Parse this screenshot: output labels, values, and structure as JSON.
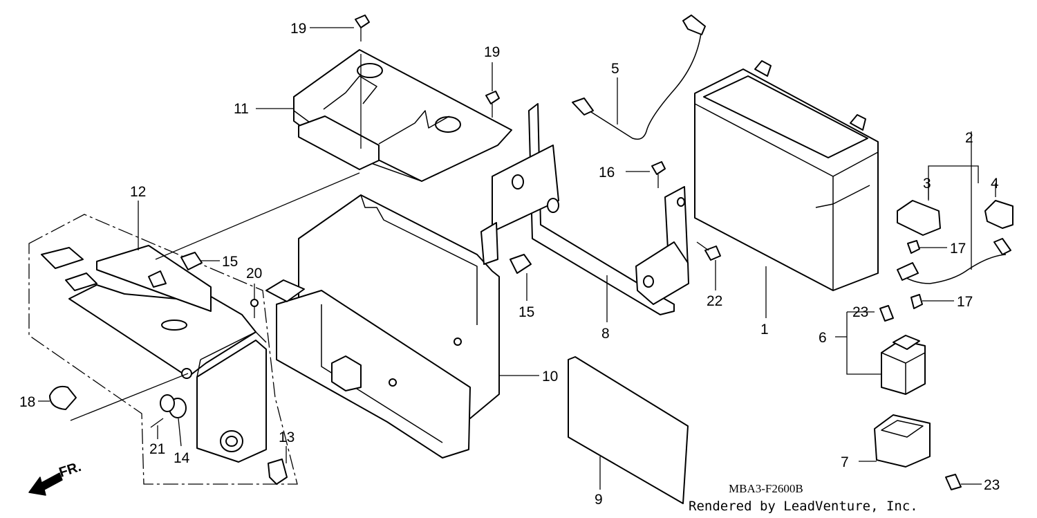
{
  "diagram": {
    "callouts": [
      "1",
      "2",
      "3",
      "4",
      "5",
      "6",
      "7",
      "8",
      "9",
      "10",
      "11",
      "12",
      "13",
      "14",
      "15",
      "15",
      "16",
      "17",
      "17",
      "18",
      "19",
      "19",
      "20",
      "21",
      "22",
      "23",
      "23"
    ],
    "drawing_code": "MBA3-F2600B",
    "credit": "Rendered by LeadVenture, Inc.",
    "front_arrow": "FR."
  }
}
